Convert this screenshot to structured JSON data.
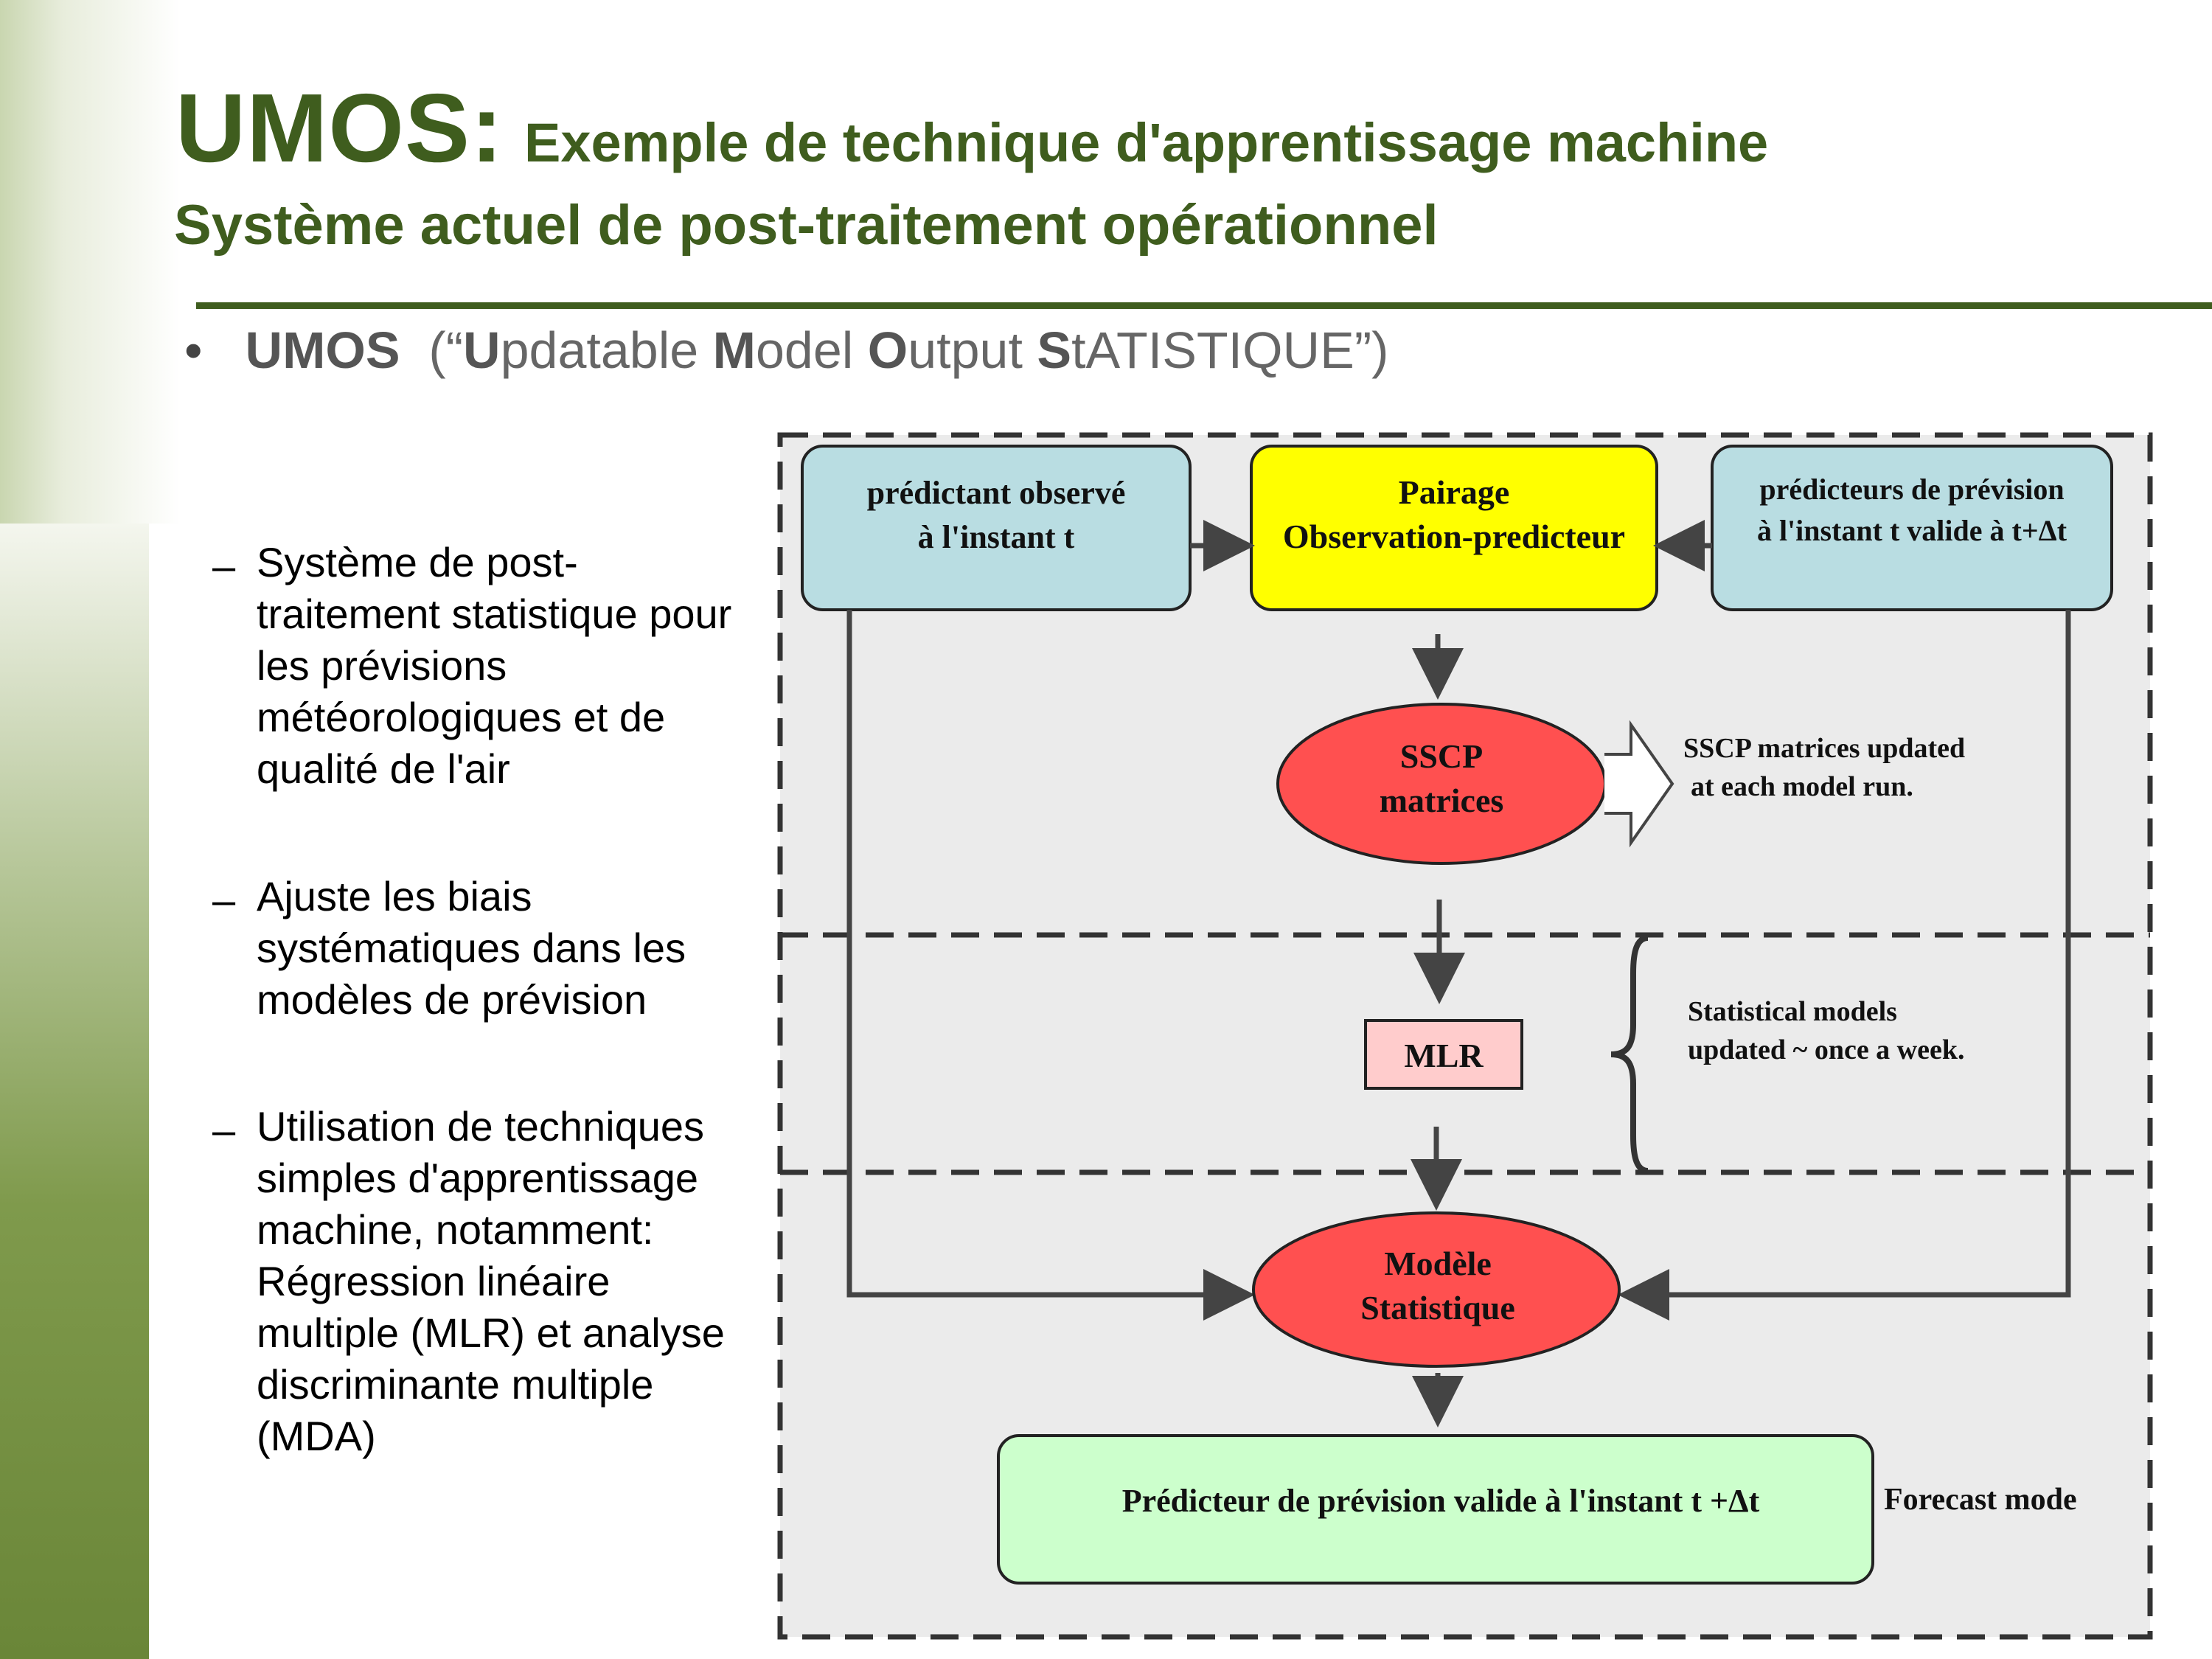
{
  "title": {
    "main": "UMOS:",
    "sub1": "Exemple de technique d'apprentissage machine",
    "sub2": "Système actuel de post-traitement opérationnel"
  },
  "bullet": {
    "dot": "•",
    "abbr": "UMOS",
    "open": "(“",
    "u": "U",
    "u_rest": "pdatable ",
    "m": "M",
    "m_rest": "odel ",
    "o": "O",
    "o_rest": "utput ",
    "s": "S",
    "s_rest": "tATISTIQUE",
    "close": "”)"
  },
  "sub_bullets": [
    {
      "dash": "–",
      "lines": [
        "Système de post-",
        "traitement statistique pour",
        "les prévisions",
        "météorologiques et de",
        "qualité de l'air"
      ]
    },
    {
      "dash": "–",
      "lines": [
        "Ajuste les biais",
        "systématiques dans les",
        "modèles de prévision"
      ]
    },
    {
      "dash": "–",
      "lines": [
        "Utilisation de techniques",
        "simples d'apprentissage",
        "machine, notamment:",
        "Régression linéaire",
        "multiple (MLR) et analyse",
        "discriminante multiple",
        "(MDA)"
      ]
    }
  ],
  "diagram": {
    "box_observed": [
      "prédictant observé",
      "à l'instant t"
    ],
    "box_pairing": [
      "Pairage",
      "Observation-predicteur"
    ],
    "box_predictors": [
      "prédicteurs de prévision",
      "à l'instant t valide à t+Δt"
    ],
    "sscp": [
      "SSCP",
      "matrices"
    ],
    "sscp_note": [
      "SSCP matrices updated",
      "at each model run."
    ],
    "mlr": "MLR",
    "stat_note": [
      "Statistical models",
      "updated ~ once a week."
    ],
    "model": [
      "Modèle",
      "Statistique"
    ],
    "forecast_box": "Prédicteur de prévision valide à l'instant t +Δt",
    "forecast_mode": "Forecast mode"
  },
  "colors": {
    "title_green": "#3f5d1e",
    "box_blue": "#b9dde2",
    "box_yellow": "#ffff00",
    "ellipse_red": "#ff5050",
    "mlr_pink": "#ffcccc",
    "forecast_green": "#ccffcc",
    "panel_gray": "#ebebeb"
  }
}
